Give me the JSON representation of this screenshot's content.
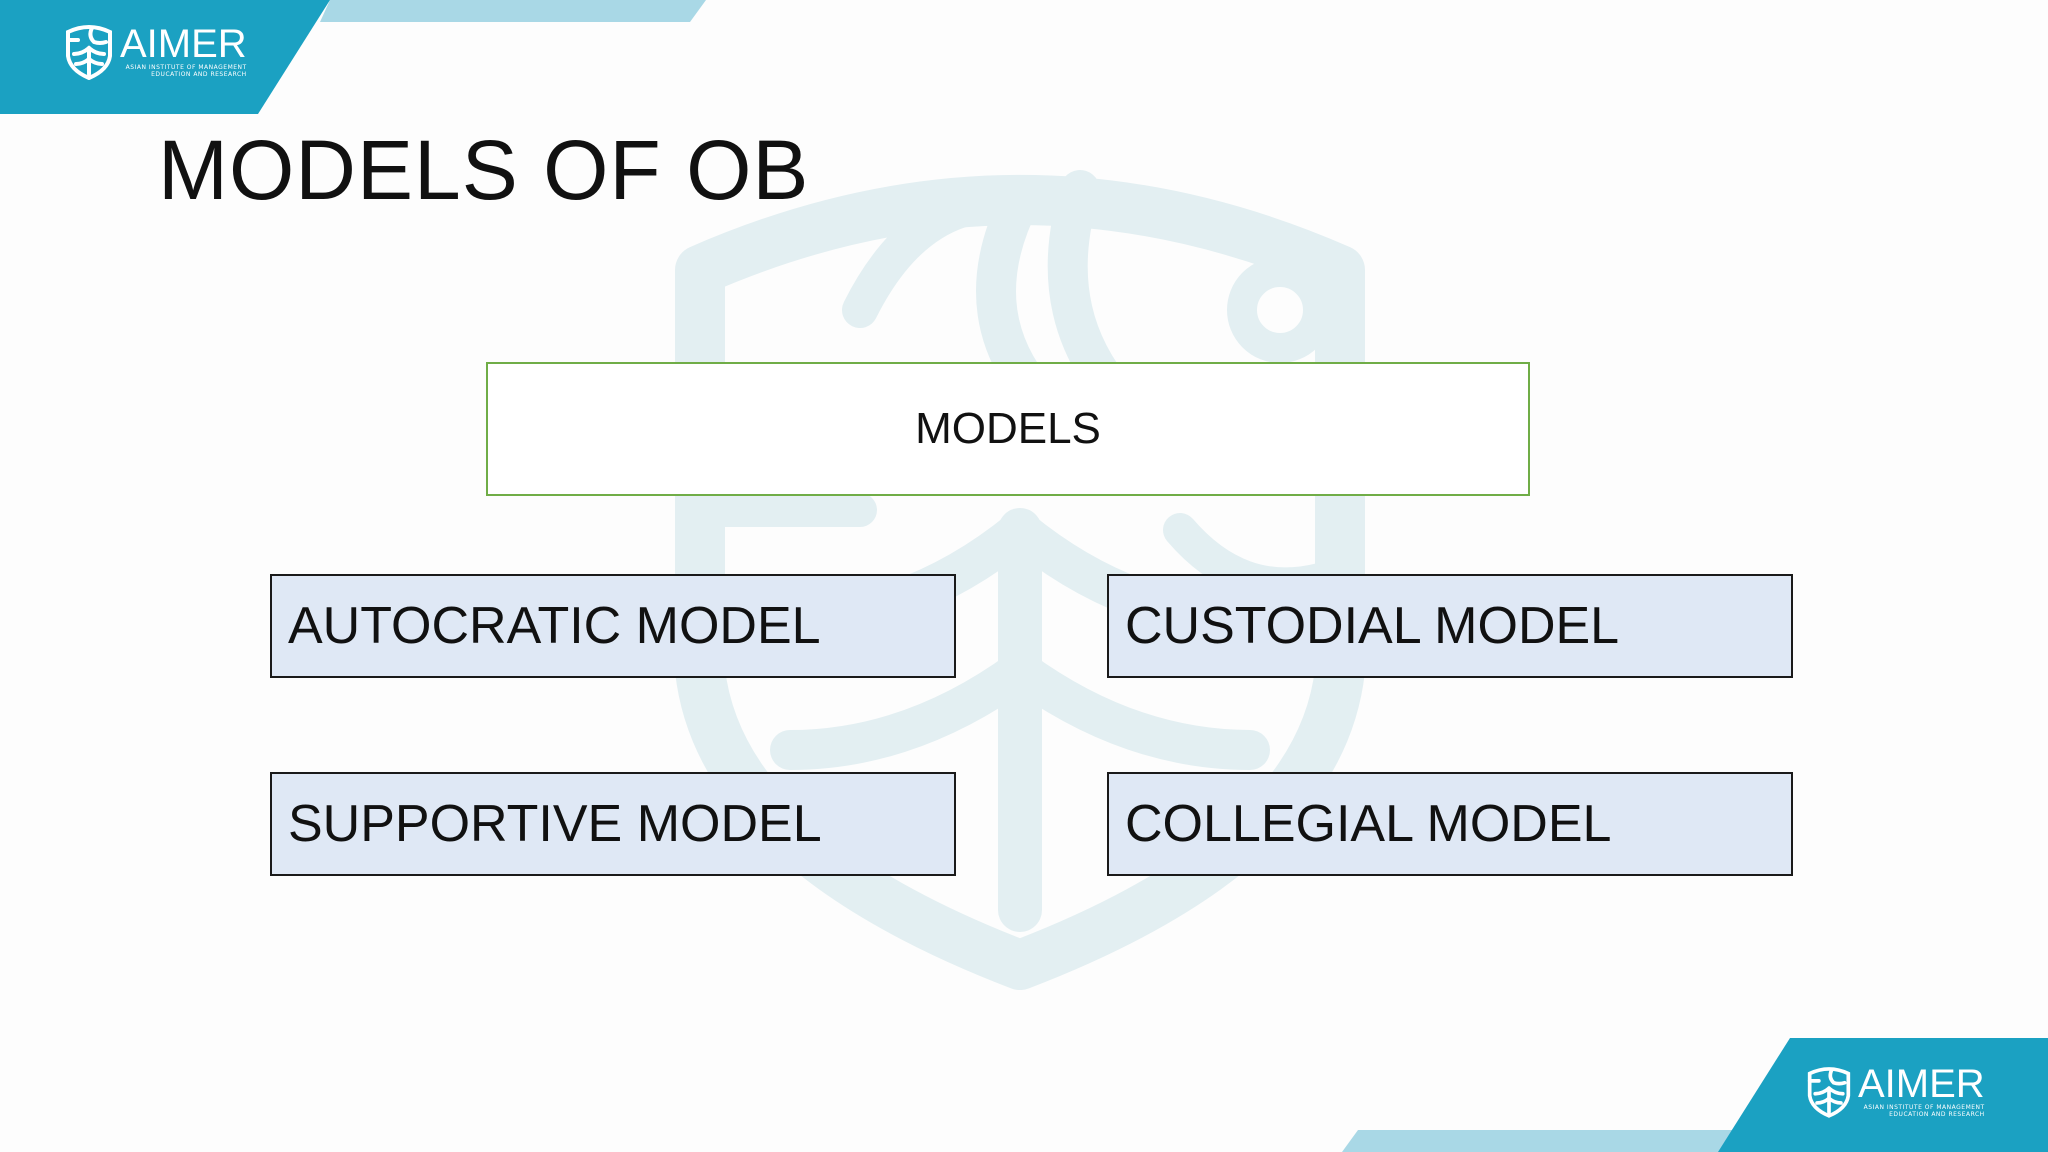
{
  "brand": {
    "name": "AIMER",
    "subtitle_line1": "ASIAN INSTITUTE OF MANAGEMENT",
    "subtitle_line2": "EDUCATION AND RESEARCH",
    "accent_color": "#1ba1c2",
    "light_accent_color": "#a9d8e6",
    "icon": "shield-logo-icon"
  },
  "slide": {
    "title": "MODELS OF OB"
  },
  "diagram": {
    "root": {
      "label": "MODELS",
      "border_color": "#70ad47"
    },
    "nodes": [
      {
        "label": "AUTOCRATIC MODEL"
      },
      {
        "label": "CUSTODIAL MODEL"
      },
      {
        "label": "SUPPORTIVE MODEL"
      },
      {
        "label": "COLLEGIAL MODEL"
      }
    ],
    "node_fill": "#dfe8f5",
    "node_border": "#1a1a1a"
  }
}
